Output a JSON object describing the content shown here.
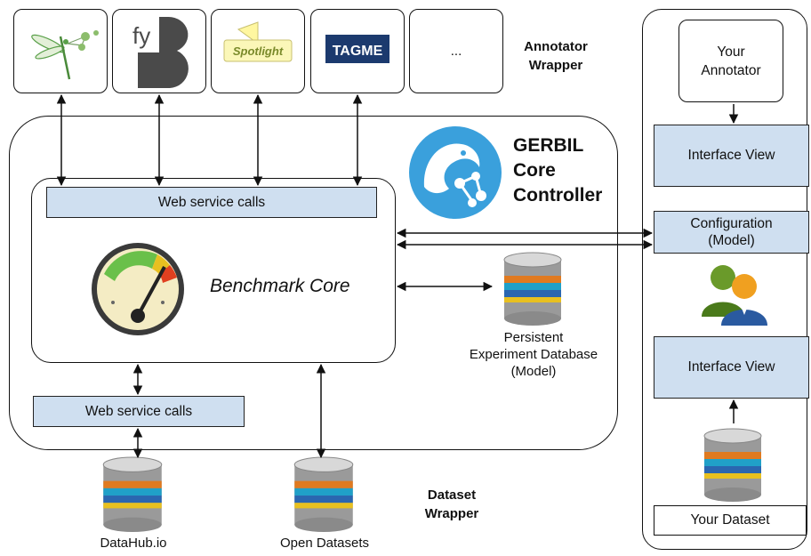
{
  "annotator_wrapper": {
    "title_line1": "Annotator",
    "title_line2": "Wrapper",
    "annotators": [
      {
        "icon": "dragonfly-icon"
      },
      {
        "icon": "fy-b-logo-icon",
        "text": "fy"
      },
      {
        "icon": "spotlight-logo-icon",
        "text": "Spotlight"
      },
      {
        "icon": "tagme-logo-icon",
        "text": "TAGME"
      },
      {
        "text": "..."
      }
    ]
  },
  "core": {
    "title_line1": "GERBIL",
    "title_line2": "Core",
    "title_line3": "Controller",
    "logo_icon": "gerbil-logo-icon",
    "top_ws": "Web service calls",
    "bottom_ws": "Web service calls",
    "benchmark": "Benchmark Core",
    "gauge_icon": "gauge-icon",
    "db_line1": "Persistent",
    "db_line2": "Experiment Database",
    "db_line3": "(Model)"
  },
  "dataset_wrapper": {
    "title_line1": "Dataset",
    "title_line2": "Wrapper",
    "datahub": "DataHub.io",
    "open": "Open Datasets"
  },
  "right_panel": {
    "your_annotator_line1": "Your",
    "your_annotator_line2": "Annotator",
    "interface_view_top": "Interface View",
    "config_line1": "Configuration",
    "config_line2": "(Model)",
    "users_icon": "users-icon",
    "interface_view_bottom": "Interface View",
    "your_dataset": "Your Dataset"
  },
  "colors": {
    "box_fill": "#cfdff0",
    "gerbil_blue": "#3aa0dc",
    "tagme_navy": "#1c3a6e"
  }
}
